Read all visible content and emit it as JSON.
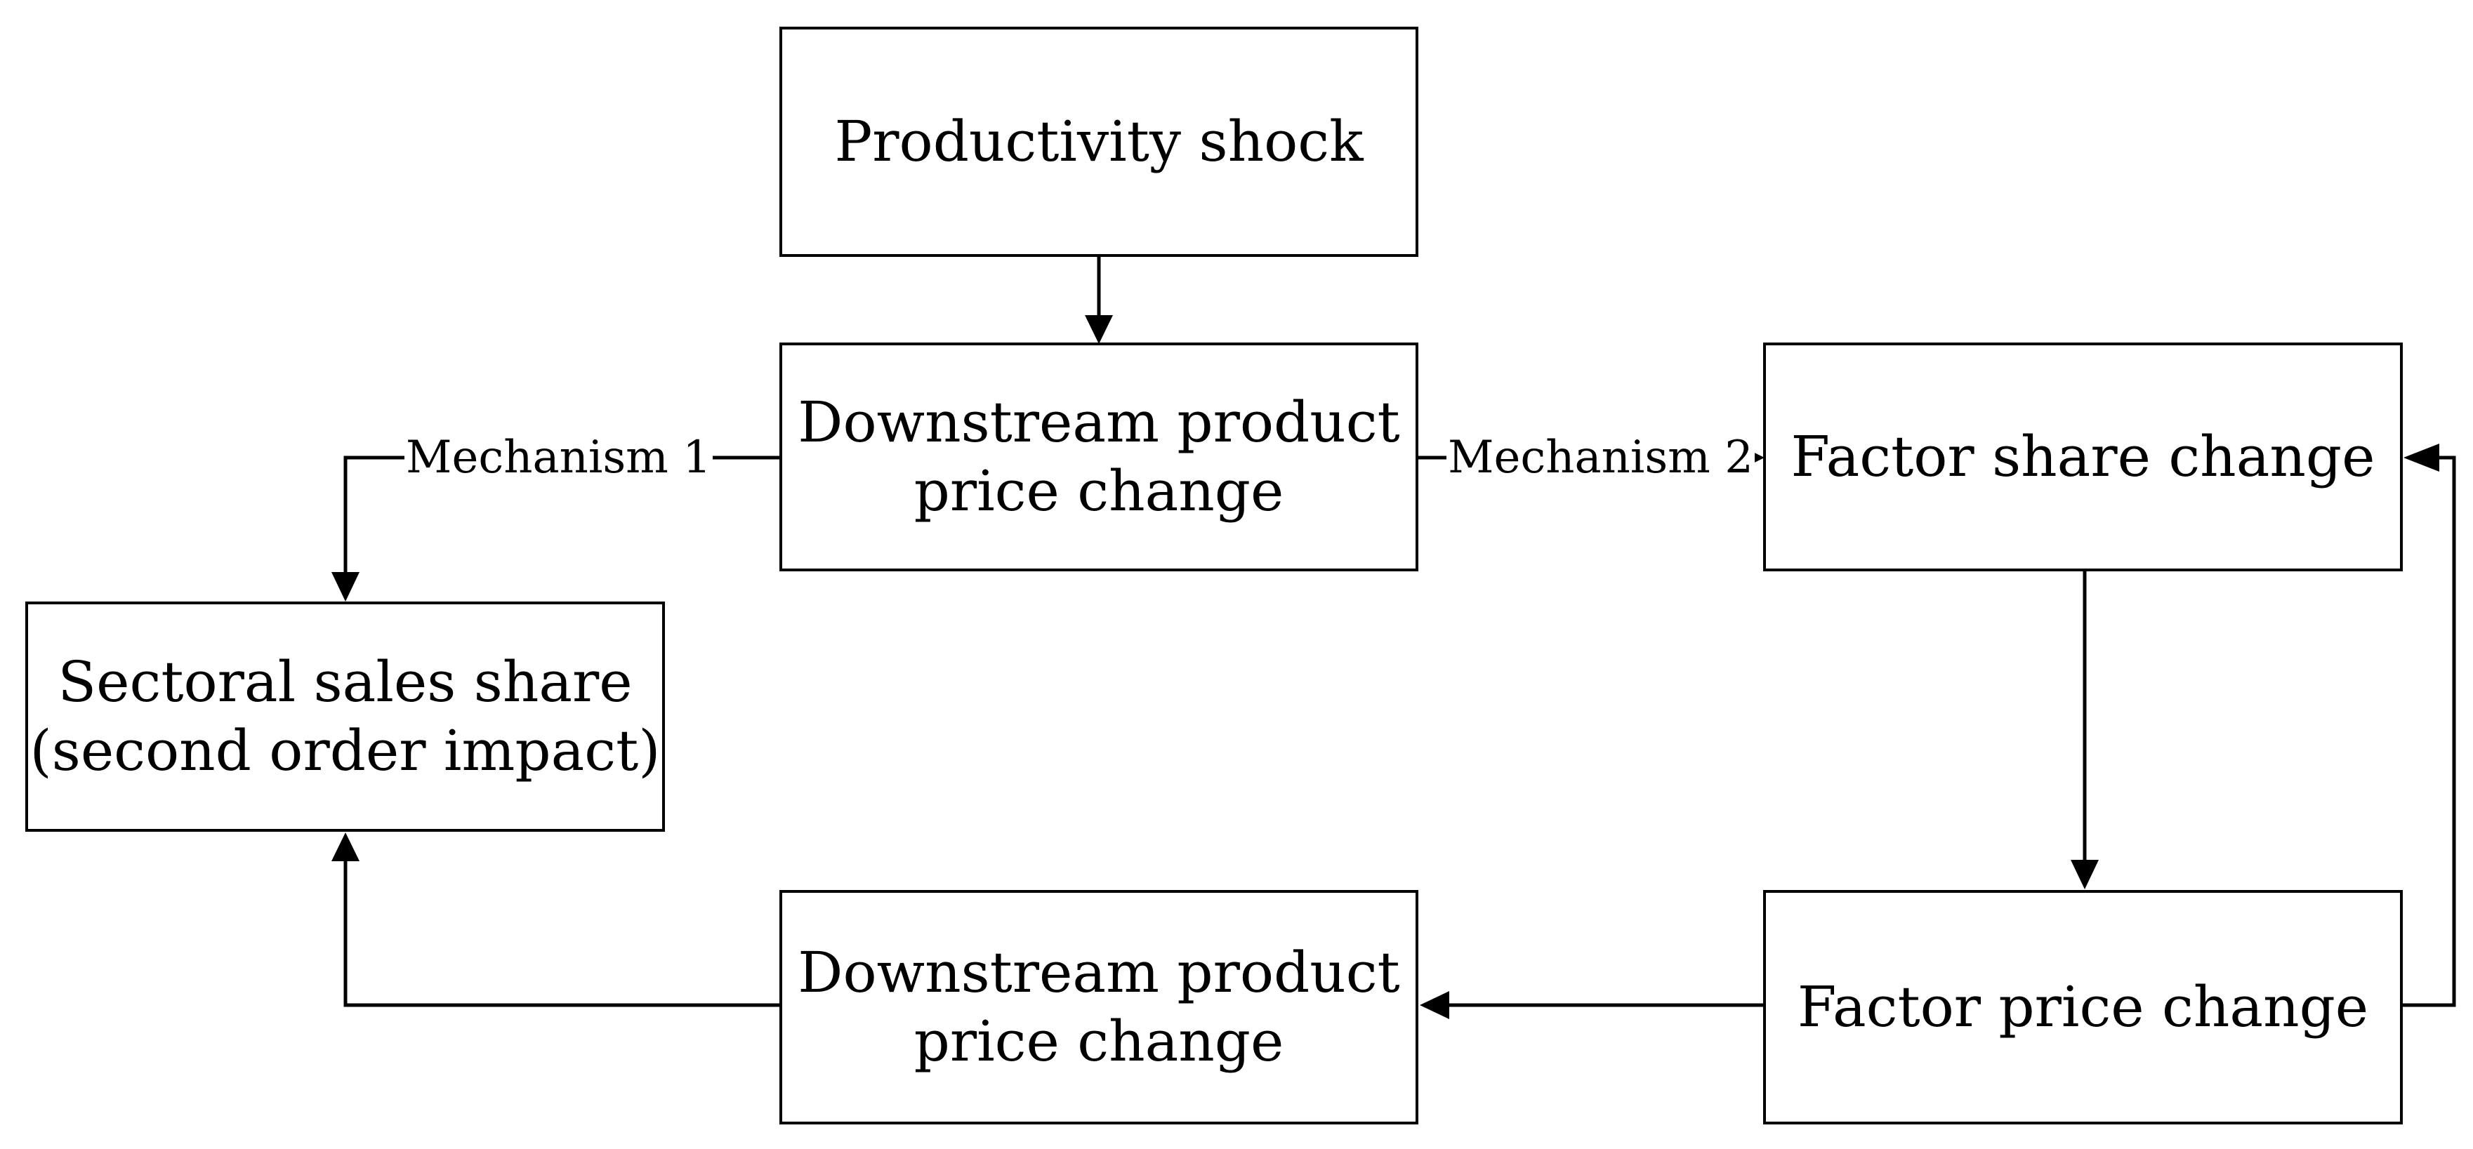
{
  "nodes": {
    "productivity_shock": [
      "Productivity shock"
    ],
    "downstream_price_top": [
      "Downstream product",
      "price change"
    ],
    "factor_share": [
      "Factor share change"
    ],
    "sectoral_sales": [
      "Sectoral sales share",
      "(second order impact)"
    ],
    "downstream_price_bottom": [
      "Downstream product",
      "price change"
    ],
    "factor_price": [
      "Factor price change"
    ]
  },
  "edges": {
    "mechanism_1": "Mechanism 1",
    "mechanism_2": "Mechanism 2"
  },
  "colors": {
    "line": "#000000",
    "box_fill": "#ffffff"
  }
}
